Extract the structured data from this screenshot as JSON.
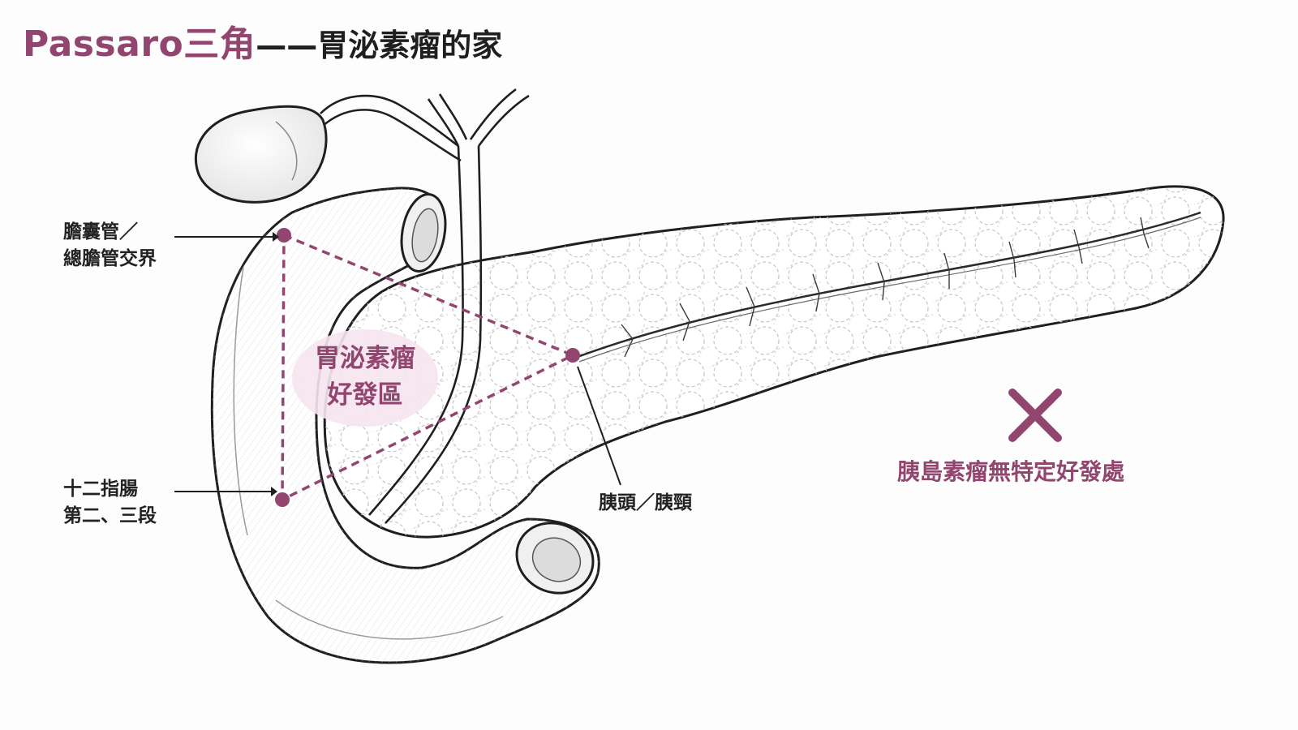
{
  "title": {
    "accent": "Passaro三角",
    "rest": "——胃泌素瘤的家"
  },
  "labels": {
    "bile_duct_line1": "膽囊管／",
    "bile_duct_line2": "總膽管交界",
    "duodenum_line1": "十二指腸",
    "duodenum_line2": "第二、三段",
    "pancreas_head": "胰頭／胰頸",
    "zone_line1": "胃泌素瘤",
    "zone_line2": "好發區",
    "insulinoma_note": "胰島素瘤無特定好發處"
  },
  "colors": {
    "accent": "#92466f",
    "zone_fill": "#f6e4ee",
    "ink": "#1f1f1f"
  },
  "icons": {
    "no_preference_mark": "cross-icon"
  }
}
